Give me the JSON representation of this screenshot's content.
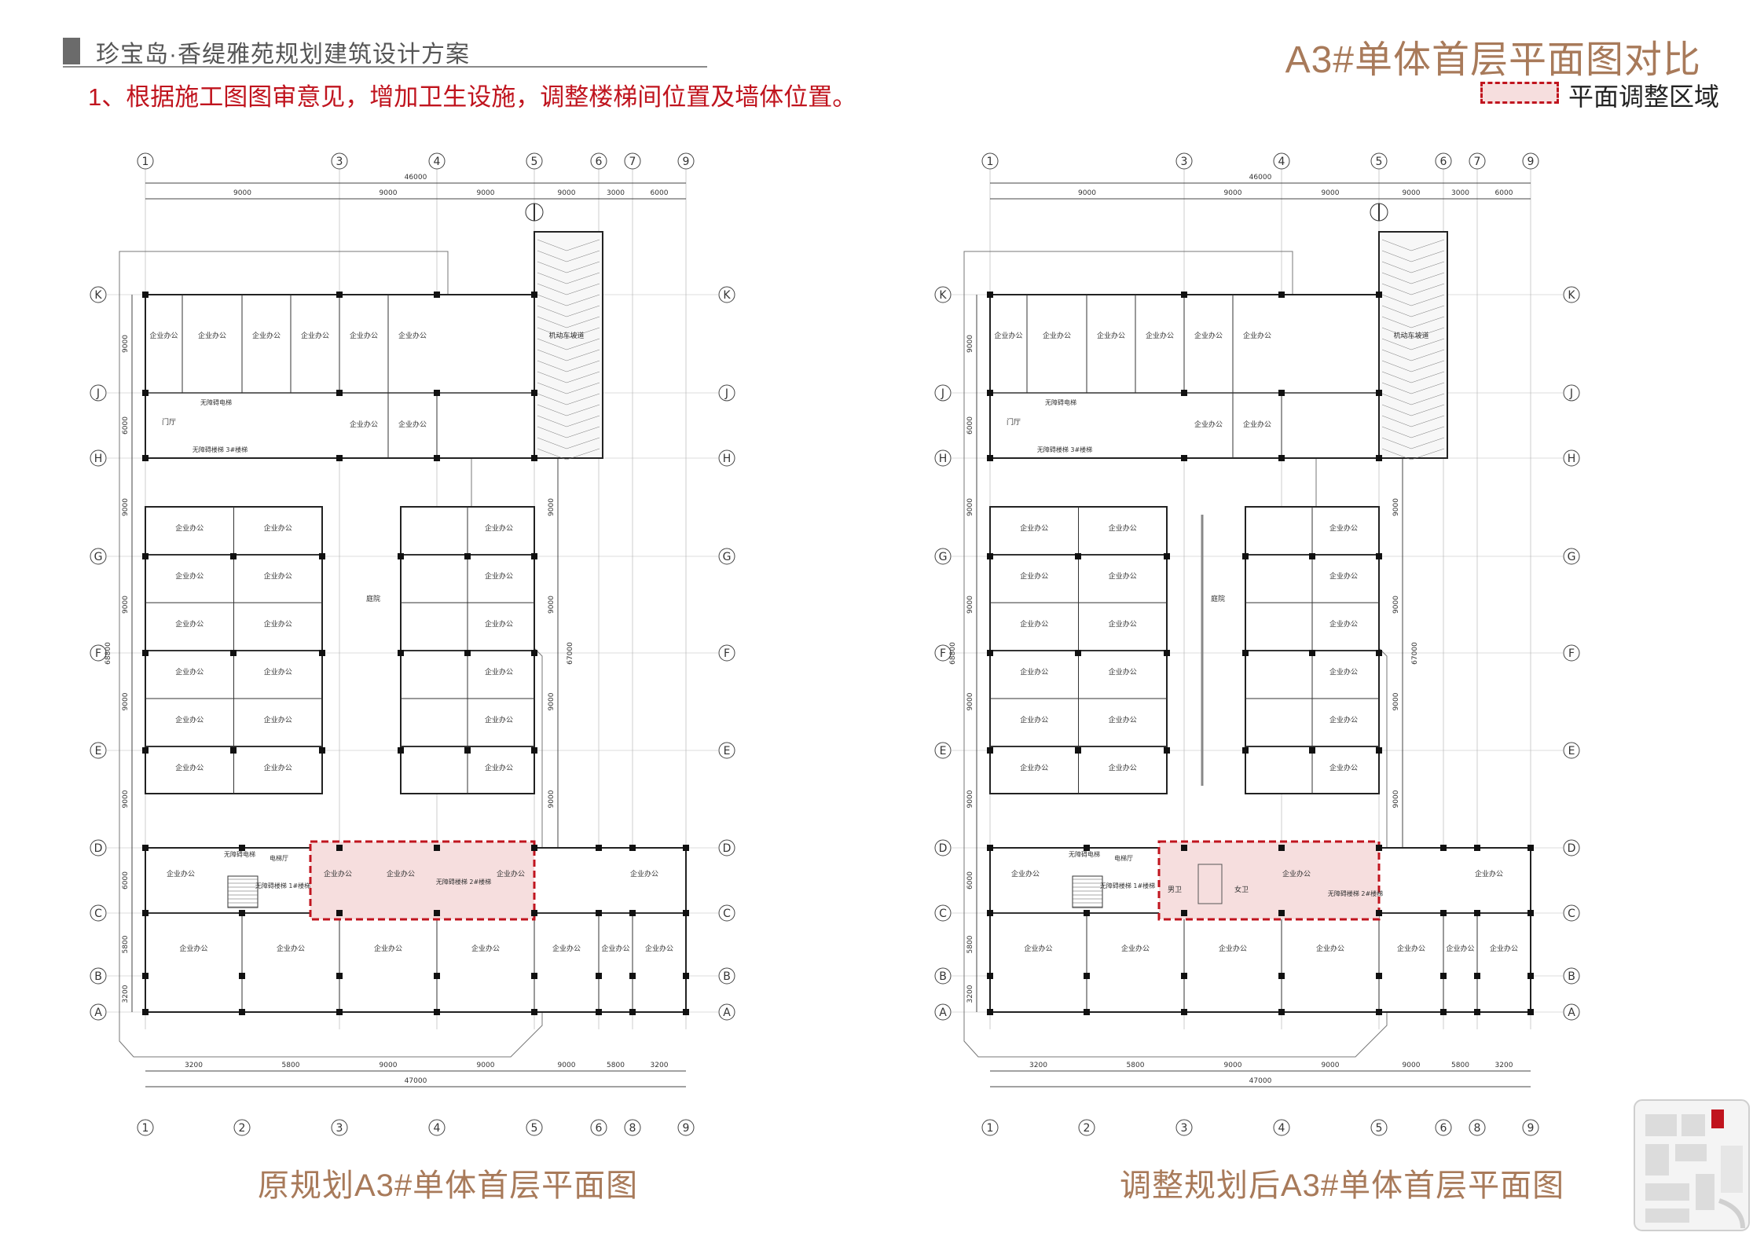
{
  "header": {
    "project_title": "珍宝岛·香缇雅苑规划建筑设计方案",
    "main_title": "A3#单体首层平面图对比",
    "note": "1、根据施工图图审意见，增加卫生设施，调整楼梯间位置及墙体位置。",
    "legend_label": "平面调整区域"
  },
  "captions": {
    "left": "原规划A3#单体首层平面图",
    "right": "调整规划后A3#单体首层平面图"
  },
  "plan": {
    "col_axes_top": [
      "1",
      "3",
      "4",
      "5",
      "6",
      "7",
      "9"
    ],
    "col_axes_bottom": [
      "1",
      "2",
      "3",
      "4",
      "5",
      "6",
      "8",
      "9"
    ],
    "row_axes": [
      "K",
      "J",
      "H",
      "G",
      "F",
      "E",
      "D",
      "C",
      "B",
      "A"
    ],
    "top_total": "46000",
    "top_spans": [
      "9000",
      "9000",
      "9000",
      "9000",
      "3000",
      "6000"
    ],
    "bottom_total": "47000",
    "bottom_spans": [
      "3200",
      "5800",
      "9000",
      "9000",
      "9000",
      "5800",
      "3200"
    ],
    "left_total": "68800",
    "right_total": "67000",
    "side_spans": [
      "9000",
      "6000",
      "9000",
      "9000",
      "9000",
      "9000",
      "6000",
      "5800",
      "3200"
    ],
    "labels": {
      "office": "企业办公",
      "ramp": "机动车坡道",
      "lobby": "门厅",
      "courtyard": "庭院",
      "elevator_hall": "电梯厅",
      "elevator": "无障碍电梯",
      "stair3": "无障碍楼梯 3#楼梯",
      "stair2": "无障碍楼梯 2#楼梯",
      "stair1": "无障碍楼梯 1#楼梯",
      "men_wc": "男卫",
      "women_wc": "女卫"
    }
  },
  "colors": {
    "accent_red": "#c0141e",
    "title_brown": "#a87a5a",
    "highlight_fill": "#f6dede"
  }
}
